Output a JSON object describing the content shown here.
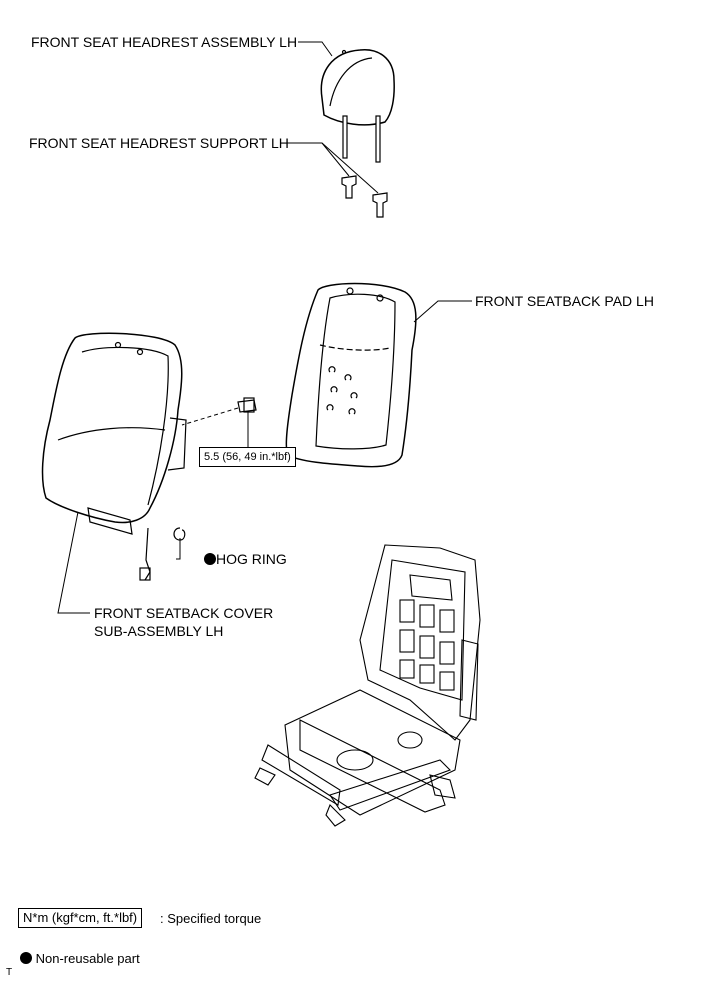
{
  "labels": {
    "headrest_assembly": "FRONT SEAT HEADREST ASSEMBLY LH",
    "headrest_support": "FRONT SEAT HEADREST SUPPORT LH",
    "seatback_pad": "FRONT SEATBACK PAD LH",
    "hog_ring": "HOG RING",
    "seatback_cover_line1": "FRONT SEATBACK COVER",
    "seatback_cover_line2": "SUB-ASSEMBLY LH"
  },
  "torque_value": "5.5 (56, 49 in.*lbf)",
  "legend": {
    "torque_box": "N*m (kgf*cm, ft.*lbf)",
    "torque_text": ": Specified torque",
    "nonreusable_text": "Non-reusable part"
  },
  "corner_mark": "T"
}
